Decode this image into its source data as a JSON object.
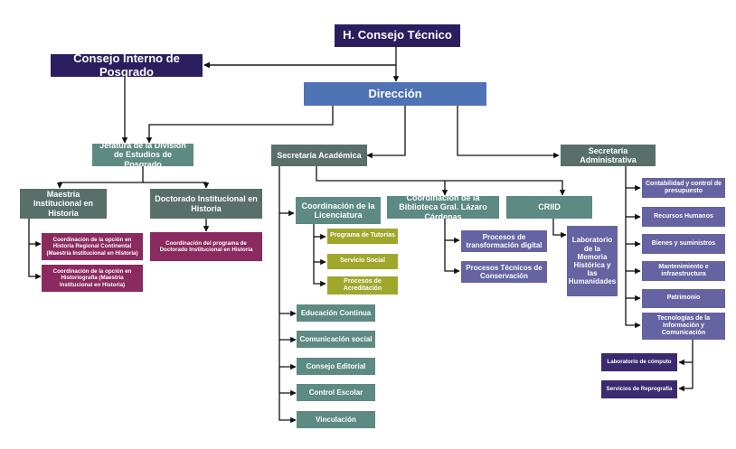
{
  "consejo_tecnico": "H. Consejo Técnico",
  "consejo_interno": "Consejo Interno de Posgrado",
  "direccion": "Dirección",
  "jefatura": "Jefatura de la División de Estudios de Posgrado",
  "maestria": "Maestría Institucional en Historia",
  "doctorado": "Doctorado Institucional en Historia",
  "coord_regional": "Coordinación de la opción en Historia Regional Continental (Maestría Institucional en Historia)",
  "coord_historiografia": "Coordinación de la opción en Historiografía (Maestría Institucional en Historia)",
  "coord_doctorado": "Coordinación del programa de Doctorado Institucional en Historia",
  "secretaria_academica": "Secretaría Académica",
  "coord_licenciatura": "Coordinación de la Licenciatura",
  "programa_tutorias": "Programa de Tutorías",
  "servicio_social": "Servicio Social",
  "procesos_acreditacion": "Procesos de Acreditación",
  "educacion_continua": "Educación Continua",
  "comunicacion_social": "Comunicación social",
  "consejo_editorial": "Consejo Editorial",
  "control_escolar": "Control Escolar",
  "vinculacion": "Vinculación",
  "coord_biblioteca": "Coordinación de la Biblioteca Gral. Lázaro Cárdenas",
  "procesos_digital": "Procesos de transformación digital",
  "procesos_tecnicos": "Procesos Técnicos de Conservación",
  "criid": "CRIID",
  "laboratorio_memoria": "Laboratorio de la Memoria Histórica y las Humanidades",
  "secretaria_administrativa": "Secretaría Administrativa",
  "contabilidad": "Contabilidad y control de presupuesto",
  "recursos_humanos": "Recursos Humanos",
  "bienes": "Bienes y suministros",
  "mantenimiento": "Mantenimiento e infraestructura",
  "patrimonio": "Patrimonio",
  "tecnologias": "Tecnologías de la Información y Comunicación",
  "laboratorio_computo": "Laboratorio de cómputo",
  "servicios_reprografia": "Servicios de Reprografía",
  "colors": {
    "navy": "#2b1e5e",
    "blue": "#4f73b5",
    "teal": "#5d8a83",
    "slate": "#586f6a",
    "olive": "#a0a72d",
    "plum": "#8a2a5e",
    "lavender": "#6563a1",
    "line": "#111111"
  }
}
